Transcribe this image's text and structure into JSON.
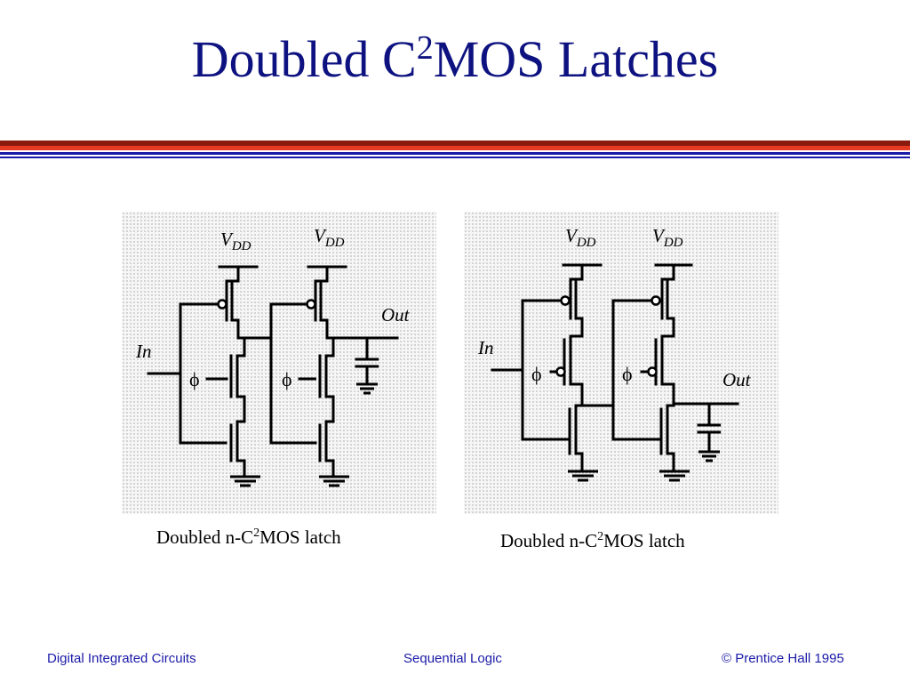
{
  "slide": {
    "title_main": "Doubled C",
    "title_sup": "2",
    "title_rest": "MOS Latches"
  },
  "left_diagram": {
    "vdd_v": "V",
    "vdd_sub": "DD",
    "input_label": "In",
    "output_label": "Out",
    "clock_symbol": "ϕ",
    "caption_pre": "Doubled n-C",
    "caption_sup": "2",
    "caption_post": "MOS latch"
  },
  "right_diagram": {
    "vdd_v": "V",
    "vdd_sub": "DD",
    "input_label": "In",
    "output_label": "Out",
    "clock_symbol": "ϕ",
    "caption_pre": "Doubled n-C",
    "caption_sup": "2",
    "caption_post": "MOS latch"
  },
  "footer": {
    "left": "Digital Integrated Circuits",
    "center": "Sequential Logic",
    "right": "© Prentice Hall 1995"
  },
  "colors": {
    "title": "#0d1280",
    "footer": "#1a1aa8",
    "rule_dark_red": "#8b1a0e",
    "rule_red": "#e53a24",
    "rule_blue": "#1a1aa8"
  }
}
